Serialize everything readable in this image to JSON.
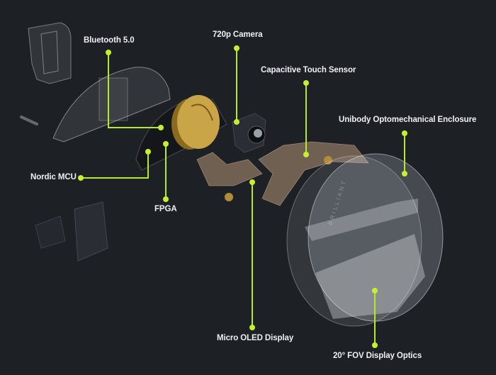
{
  "colors": {
    "background": "#1d2025",
    "accent": "#b8e82a",
    "label": "#eef0f2"
  },
  "labels": {
    "bluetooth": "Bluetooth 5.0",
    "camera": "720p Camera",
    "touch": "Capacitive Touch Sensor",
    "enclosure": "Unibody Optomechanical Enclosure",
    "mcu": "Nordic MCU",
    "fpga": "FPGA",
    "oled": "Micro OLED Display",
    "optics": "20° FOV Display Optics"
  },
  "engraving": "BRILLIANT"
}
